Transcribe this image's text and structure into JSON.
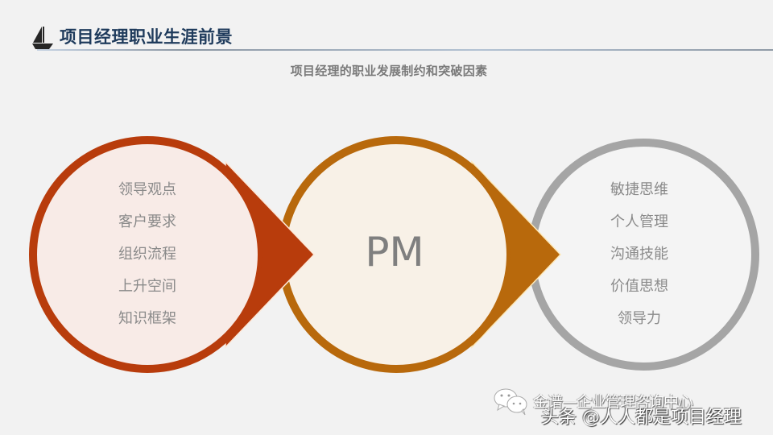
{
  "header": {
    "title": "项目经理职业生涯前景",
    "icon": "sailboat-icon",
    "title_color": "#1f3b5c"
  },
  "subtitle": "项目经理的职业发展制约和突破因素",
  "diagram": {
    "left_circle": {
      "ring_color": "#b83c0c",
      "fill_color": "#f8ebe7",
      "items": [
        "领导观点",
        "客户要求",
        "组织流程",
        "上升空间",
        "知识框架"
      ]
    },
    "center_circle": {
      "ring_color": "#b8690c",
      "fill_color": "#f8f1e7",
      "label": "PM"
    },
    "right_circle": {
      "ring_color": "#a5a5a5",
      "fill_color": "#f4f4f4",
      "items": [
        "敏捷思维",
        "个人管理",
        "沟通技能",
        "价值思想",
        "领导力"
      ]
    }
  },
  "watermark": {
    "icon": "wechat-icon",
    "line1": "金谱—企业管理咨询中心",
    "line2": "头条 @人人都是项目经理"
  }
}
